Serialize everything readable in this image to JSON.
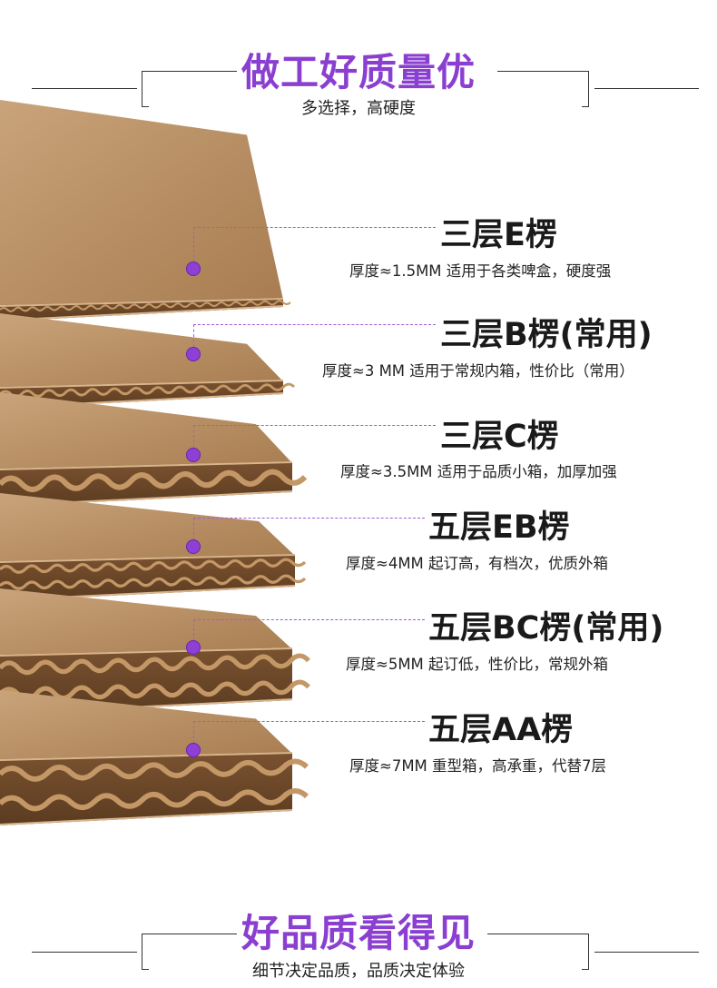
{
  "header_top": {
    "title": "做工好质量优",
    "subtitle": "多选择，高硬度"
  },
  "products": [
    {
      "name": "三层E楞",
      "desc": "厚度≈1.5MM 适用于各类啤盒，硬度强"
    },
    {
      "name": "三层B楞(常用)",
      "desc": "厚度≈3 MM  适用于常规内箱，性价比（常用）"
    },
    {
      "name": "三层C楞",
      "desc": "厚度≈3.5MM 适用于品质小箱，加厚加强"
    },
    {
      "name": "五层EB楞",
      "desc": "厚度≈4MM  起订高，有档次，优质外箱"
    },
    {
      "name": "五层BC楞(常用)",
      "desc": "厚度≈5MM  起订低，性价比，常规外箱"
    },
    {
      "name": "五层AA楞",
      "desc": "厚度≈7MM  重型箱，高承重，代替7层"
    }
  ],
  "header_bottom": {
    "title": "好品质看得见",
    "subtitle": "细节决定品质，品质决定体验"
  },
  "colors": {
    "accent": "#8b3fd0",
    "cardboard": "#b58a5a",
    "cardboard_dark": "#8a5f35"
  }
}
